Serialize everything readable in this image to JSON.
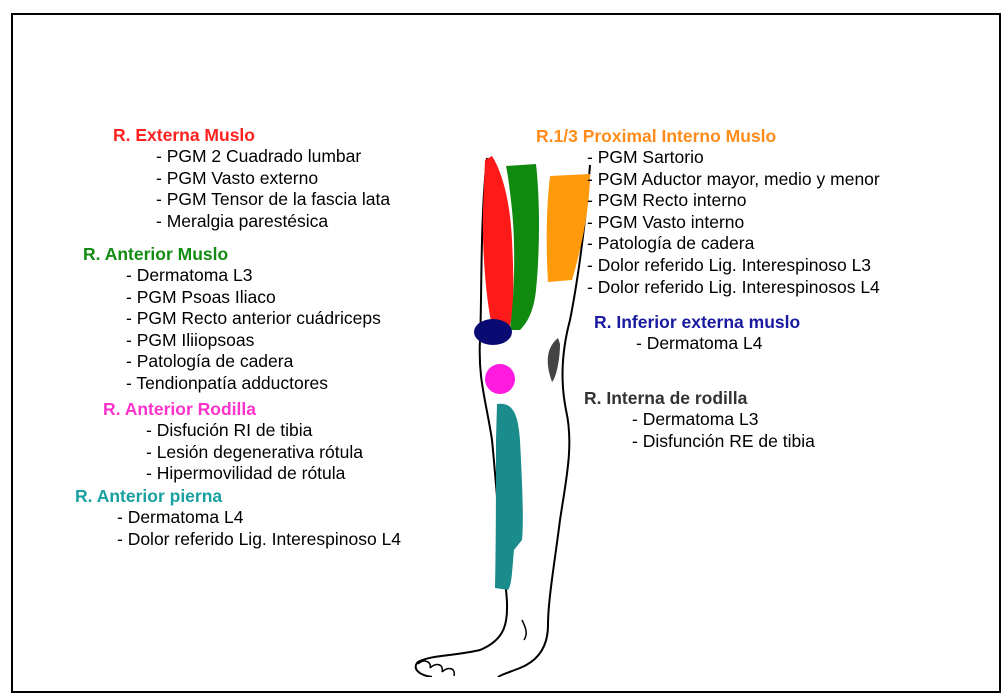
{
  "regions": {
    "externa_muslo": {
      "title": "R. Externa Muslo",
      "color": "#ff2020",
      "items": [
        "- PGM 2 Cuadrado lumbar",
        "- PGM Vasto externo",
        "- PGM Tensor de la fascia lata",
        "- Meralgia parestésica"
      ]
    },
    "anterior_muslo": {
      "title": "R. Anterior Muslo",
      "color": "#138c13",
      "items": [
        "- Dermatoma L3",
        "- PGM Psoas Iliaco",
        "- PGM Recto anterior cuádriceps",
        "- PGM Iliiopsoas",
        "- Patología de cadera",
        "- Tendionpatía adductores"
      ]
    },
    "anterior_rodilla": {
      "title": "R. Anterior Rodilla",
      "color": "#ff33cc",
      "items": [
        "- Disfución RI de tibia",
        "- Lesión degenerativa rótula",
        "- Hipermovilidad de rótula"
      ]
    },
    "anterior_pierna": {
      "title": "R. Anterior pierna",
      "color": "#1aa0a0",
      "items": [
        "- Dermatoma L4",
        "- Dolor referido Lig. Interespinoso L4"
      ]
    },
    "proximal_interno": {
      "title": "R.1/3 Proximal  Interno Muslo",
      "color": "#ff8c1a",
      "items": [
        "- PGM Sartorio",
        "- PGM Aductor mayor, medio y menor",
        "- PGM Recto interno",
        "- PGM Vasto interno",
        "- Patología de cadera",
        "- Dolor referido Lig. Interespinoso L3",
        "- Dolor referido Lig. Interespinosos L4"
      ]
    },
    "inferior_externa": {
      "title": "R. Inferior externa muslo",
      "color": "#1a1aa0",
      "items": [
        "- Dermatoma L4"
      ]
    },
    "interna_rodilla": {
      "title": "R. Interna de rodilla",
      "color": "#333333",
      "items": [
        "- Dermatoma L3",
        "- Disfunción RE de tibia"
      ]
    }
  },
  "zone_colors": {
    "red": "#ff1a1a",
    "green": "#0f8a0f",
    "orange": "#ff9a0a",
    "navy": "#0a0a73",
    "magenta": "#ff1ae0",
    "teal": "#1a8c8c",
    "gray": "#444444"
  }
}
